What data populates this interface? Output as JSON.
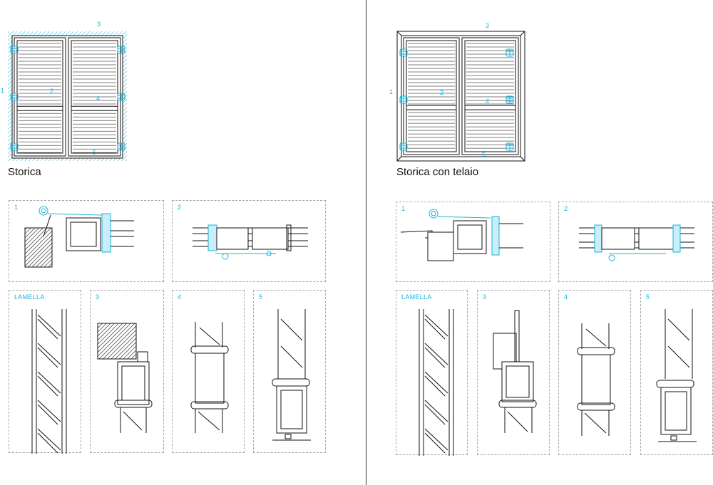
{
  "left": {
    "title": "Storica",
    "callouts": [
      "1",
      "2",
      "3",
      "4",
      "5"
    ],
    "panels": [
      "1",
      "2",
      "LAMELLA",
      "3",
      "4",
      "5"
    ]
  },
  "right": {
    "title": "Storica con telaio",
    "callouts": [
      "1",
      "2",
      "3",
      "4",
      "5"
    ],
    "panels": [
      "1",
      "2",
      "LAMELLA",
      "3",
      "4",
      "5"
    ]
  },
  "colors": {
    "accent": "#1ab3dd",
    "line": "#111111",
    "dashed": "#a8a8a8"
  }
}
